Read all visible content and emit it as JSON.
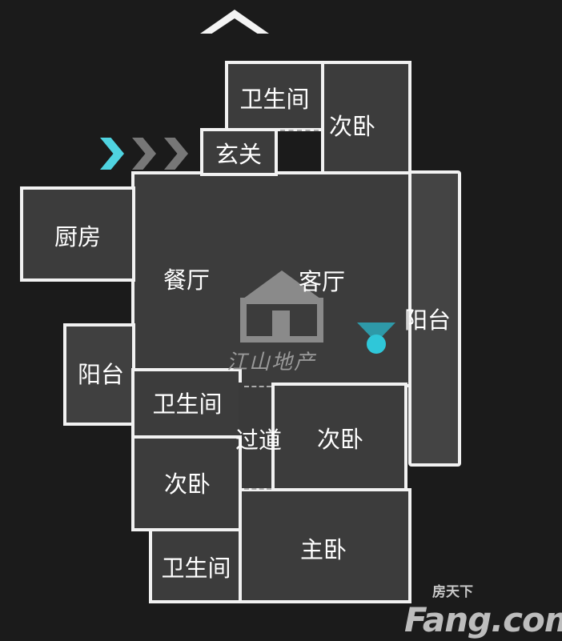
{
  "rooms": {
    "bathroom_top": "卫生间",
    "bedroom_top": "次卧",
    "entrance": "玄关",
    "kitchen": "厨房",
    "dining": "餐厅",
    "living": "客厅",
    "balcony_right": "阳台",
    "balcony_left": "阳台",
    "bathroom_mid": "卫生间",
    "corridor": "过道",
    "bedroom_mid": "次卧",
    "bedroom_lower": "次卧",
    "bathroom_lower": "卫生间",
    "master_bedroom": "主卧"
  },
  "watermark": {
    "text": "江山地产"
  },
  "brand": {
    "cn": "房天下",
    "en": "Fang.com"
  },
  "colors": {
    "accent": "#2fc7d9",
    "wall": "#f2f2f2",
    "floor": "#3c3c3c"
  }
}
